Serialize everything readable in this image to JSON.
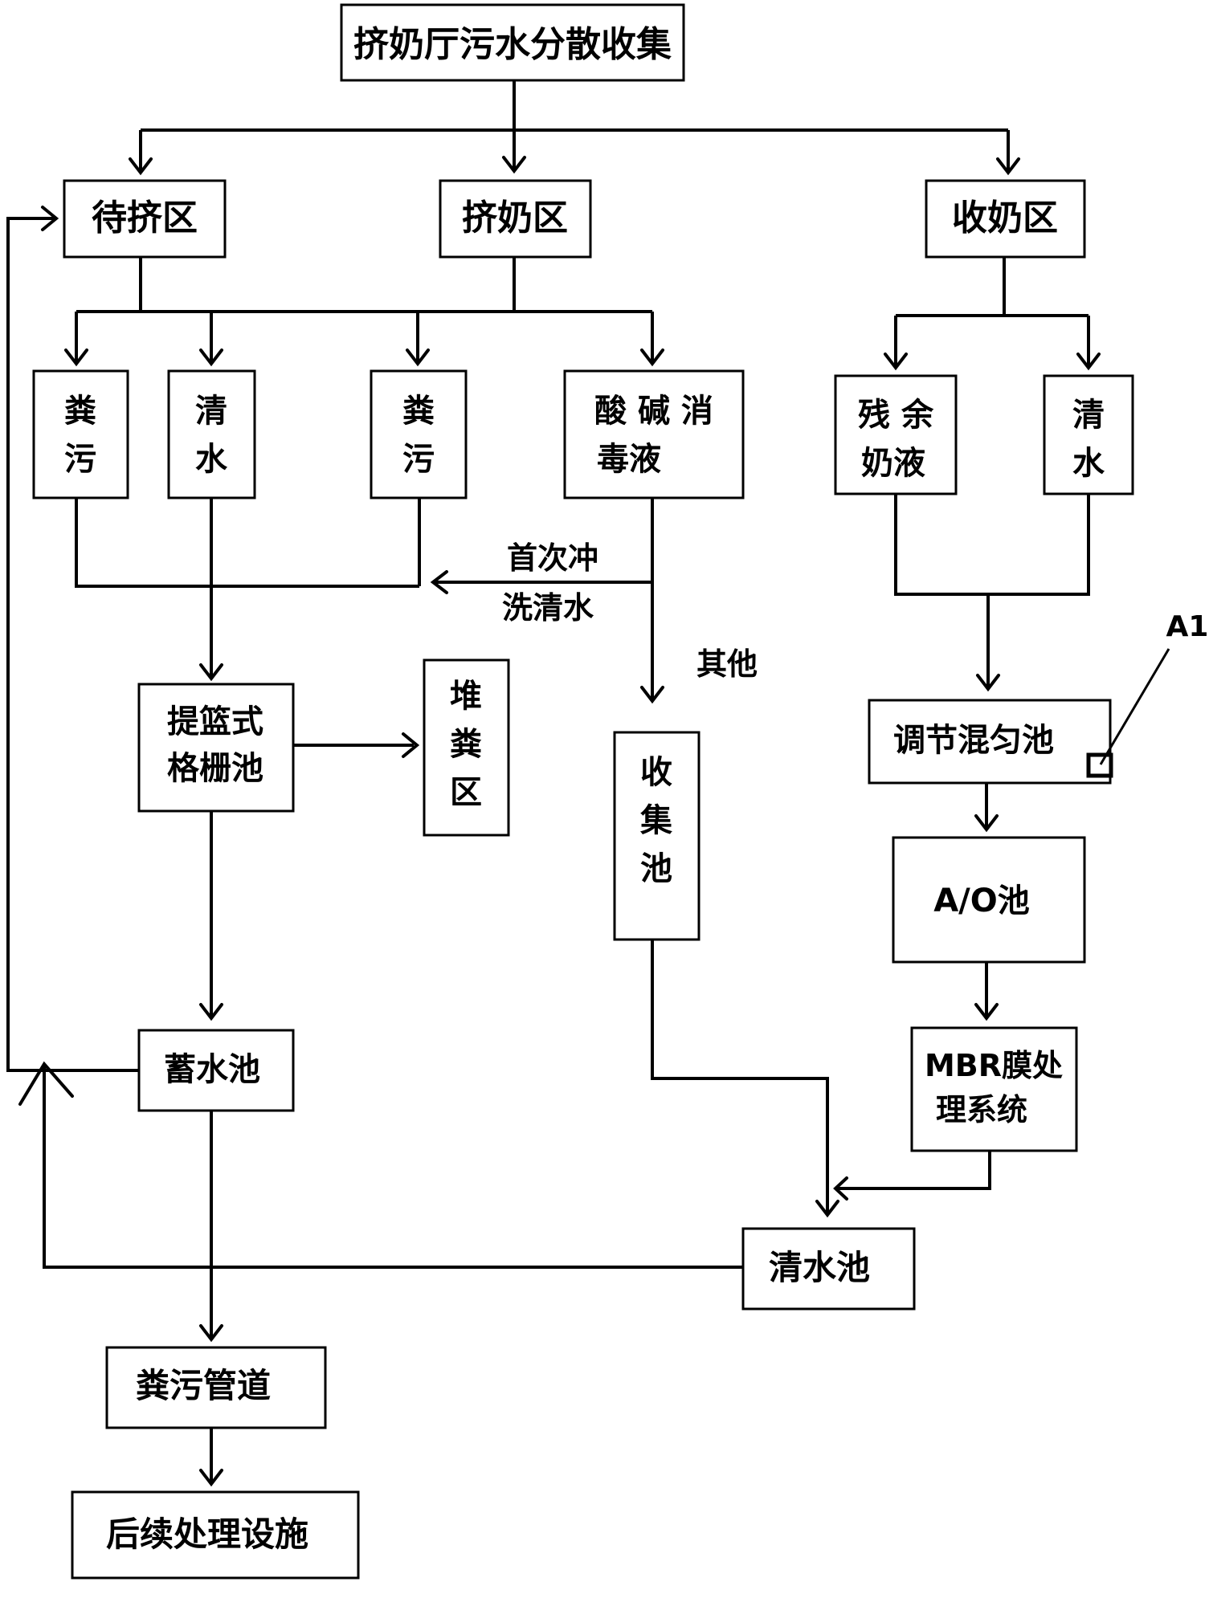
{
  "nodes": {
    "collect": "挤奶厅污水分散收集",
    "wait_area": "待挤区",
    "milking_area": "挤奶区",
    "receiving_area": "收奶区",
    "manure1": [
      "粪",
      "污"
    ],
    "clear_water1": [
      "清",
      "水"
    ],
    "manure2": [
      "粪",
      "污"
    ],
    "acid_base": [
      "酸 碱 消",
      "毒液"
    ],
    "residual_milk": [
      "残 余",
      "奶液"
    ],
    "clear_water2": [
      "清",
      "水"
    ],
    "basket_grid": [
      "提篮式",
      "格栅池"
    ],
    "manure_yard": [
      "堆",
      "粪",
      "区"
    ],
    "collection_pool": [
      "收",
      "集",
      "池"
    ],
    "adjust_pool": "调节混匀池",
    "ao_pool": "A/O池",
    "mbr": [
      "MBR膜处",
      "理系统"
    ],
    "storage_pool": "蓄水池",
    "clean_pool": "清水池",
    "manure_pipe": "粪污管道",
    "follow_up": "后续处理设施"
  },
  "labels": {
    "first_flush": [
      "首次冲",
      "洗清水"
    ],
    "other": "其他",
    "a1": "A1"
  }
}
